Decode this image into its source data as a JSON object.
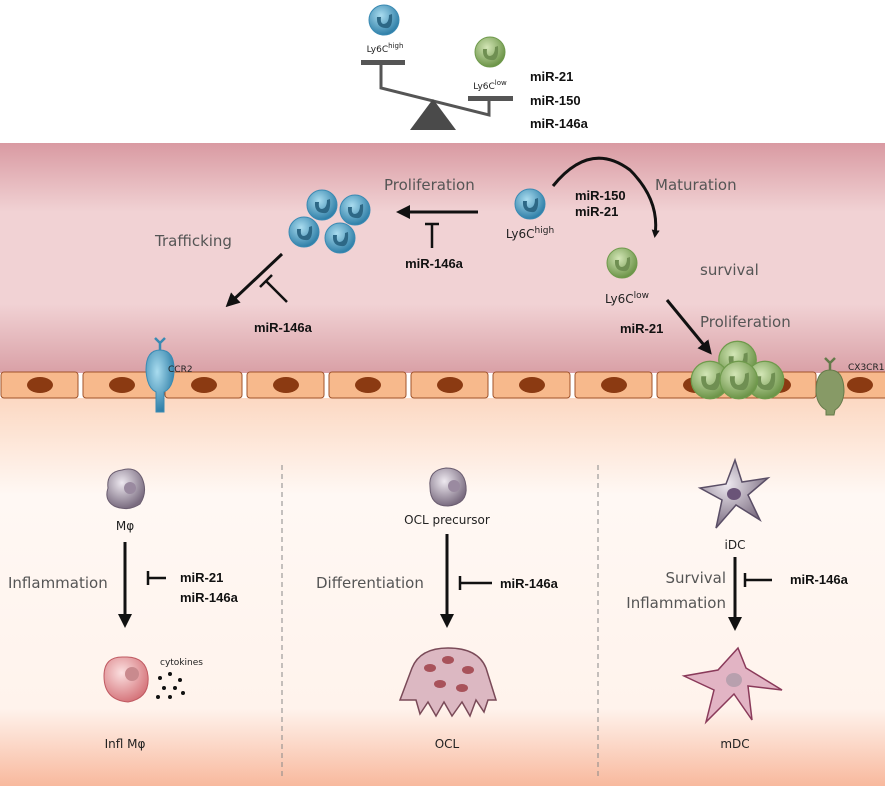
{
  "balance": {
    "high_label": "Ly6C",
    "high_sup": "high",
    "low_label": "Ly6C",
    "low_sup": "low",
    "mirs": [
      "miR-21",
      "miR-150",
      "miR-146a"
    ]
  },
  "vessel": {
    "proliferation": "Proliferation",
    "prolif_mir": "miR-146a",
    "ly6c_high": "Ly6C",
    "ly6c_high_sup": "high",
    "maturation": "Maturation",
    "maturation_mirs": [
      "miR-150",
      "miR-21"
    ],
    "ly6c_low": "Ly6C",
    "ly6c_low_sup": "low",
    "survival": "survival",
    "survival_prolif": "Proliferation",
    "survival_mir": "miR-21",
    "trafficking": "Trafficking",
    "trafficking_mir": "miR-146a",
    "ccr2": "CCR2",
    "cx3cr1": "CX3CR1"
  },
  "tissue": {
    "macrophage": {
      "top": "Mφ",
      "process": "Inflammation",
      "mirs": [
        "miR-21",
        "miR-146a"
      ],
      "cytokines": "cytokines",
      "bottom": "Infl Mφ"
    },
    "osteoclast": {
      "top": "OCL precursor",
      "process": "Differentiation",
      "mirs": [
        "miR-146a"
      ],
      "bottom": "OCL"
    },
    "dendritic": {
      "top": "iDC",
      "process": [
        "Survival",
        "Inflammation"
      ],
      "mirs": [
        "miR-146a"
      ],
      "bottom": "mDC"
    }
  },
  "colors": {
    "ly6c_high": "#4a9cc4",
    "ly6c_low": "#8fb46a",
    "vessel": "#efc9cc",
    "endothelium": "#f7b98c",
    "nucleus": "#8b3a12"
  }
}
